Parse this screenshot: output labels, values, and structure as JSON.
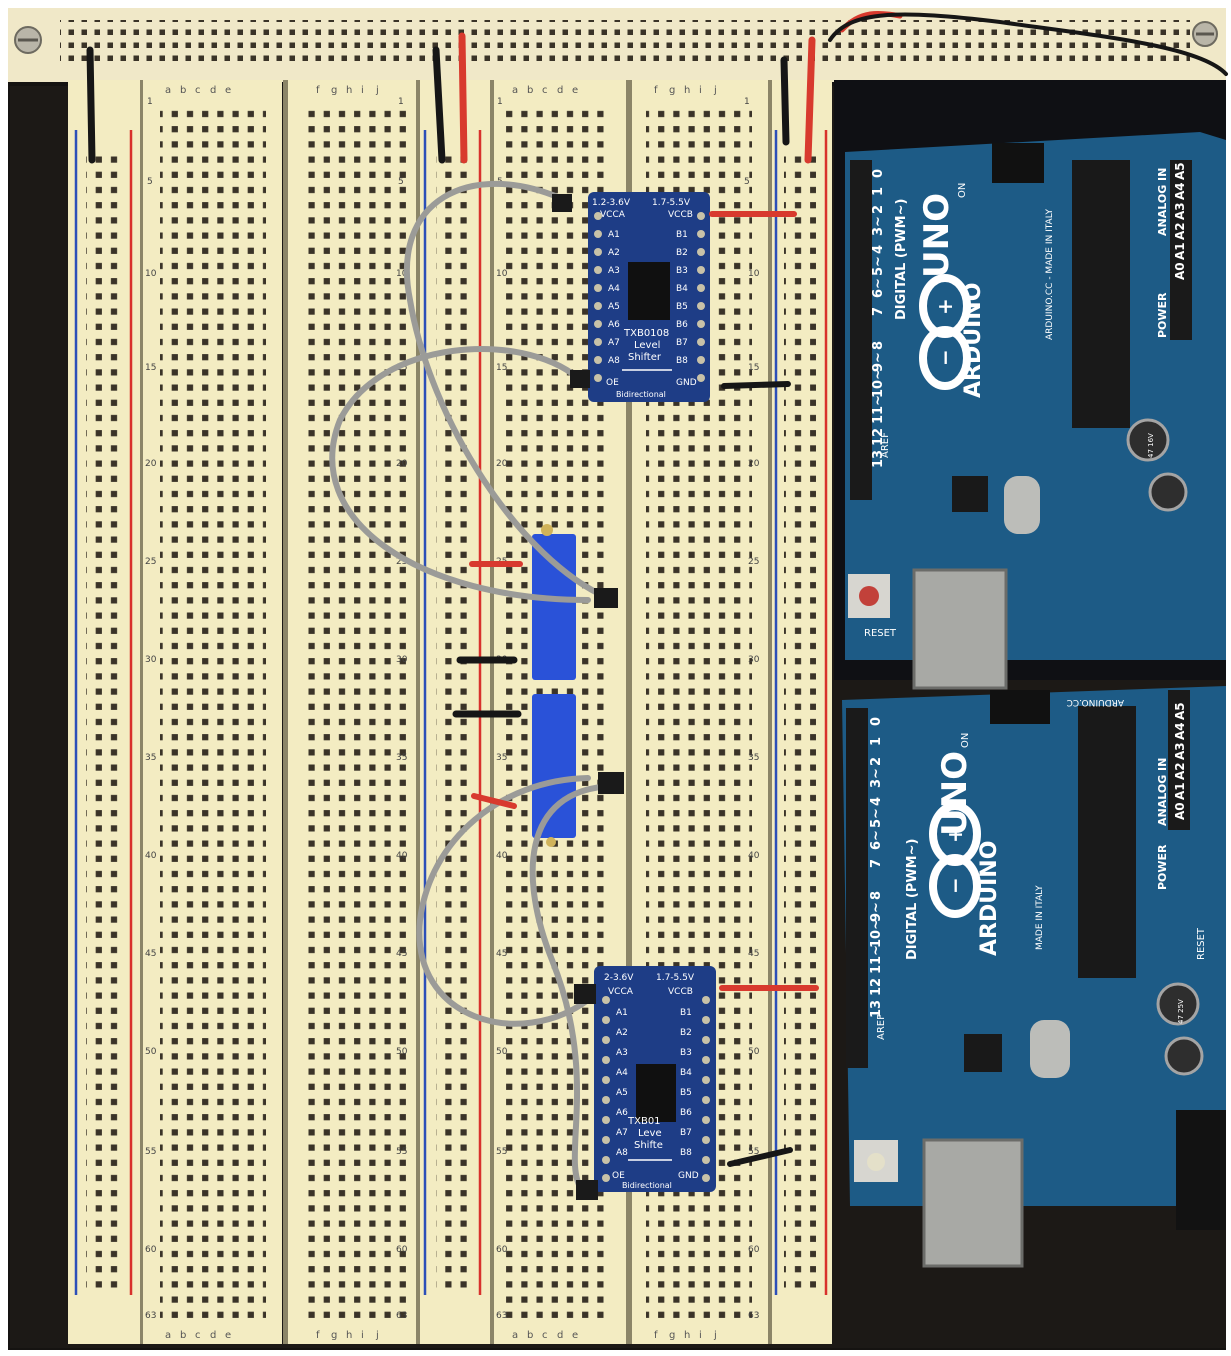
{
  "photo": {
    "colors": {
      "background": "#ffffff",
      "frame": "#151311",
      "breadboard": "#f3ecc2",
      "hole": "#3a3328",
      "rail_red": "#d8312c",
      "rail_blue": "#2c4fb8",
      "pcb_blue": "#1e3d86",
      "arduino_blue": "#1d5b86",
      "wire_gray": "#9b9b98",
      "wire_red": "#d83a2e",
      "wire_black": "#161616",
      "trimpot_blue": "#2a52d8"
    },
    "breadboard": {
      "column_letters_left": [
        "a",
        "b",
        "c",
        "d",
        "e"
      ],
      "column_letters_right": [
        "f",
        "g",
        "h",
        "i",
        "j"
      ],
      "row_numbers_left": [
        "1",
        "5",
        "10",
        "15",
        "20",
        "25",
        "30",
        "35",
        "40",
        "45",
        "50",
        "55",
        "60",
        "63"
      ],
      "row_numbers_right": [
        "1",
        "5",
        "10",
        "15",
        "20",
        "25",
        "30",
        "35",
        "40",
        "45",
        "50",
        "55",
        "60",
        "63"
      ]
    },
    "level_shifter_top": {
      "name_lines": [
        "TXB0108",
        "Level",
        "Shifter"
      ],
      "supply_a": "1.2-3.6V",
      "supply_b": "1.7-5.5V",
      "vcc_a": "VCCA",
      "vcc_b": "VCCB",
      "pins_a": [
        "A1",
        "A2",
        "A3",
        "A4",
        "A5",
        "A6",
        "A7",
        "A8"
      ],
      "pins_b": [
        "B1",
        "B2",
        "B3",
        "B4",
        "B5",
        "B6",
        "B7",
        "B8"
      ],
      "oe": "OE",
      "gnd": "GND",
      "note": "Bidirectional"
    },
    "level_shifter_bottom": {
      "name_lines": [
        "TXB01",
        "Leve",
        "Shifte"
      ],
      "supply_a": "2-3.6V",
      "supply_b": "1.7-5.5V",
      "vcc_a": "VCCA",
      "vcc_b": "VCCB",
      "pins_a": [
        "A1",
        "A2",
        "A3",
        "A4",
        "A5",
        "A6",
        "A7",
        "A8"
      ],
      "pins_b": [
        "B1",
        "B2",
        "B3",
        "B4",
        "B5",
        "B6",
        "B7",
        "B8"
      ],
      "oe": "OE",
      "gnd": "GND",
      "note": "Bidirectional"
    },
    "arduino_top": {
      "model": "UNO",
      "brand": "ARDUINO",
      "digital_label": "DIGITAL (PWM~)",
      "origin": "ARDUINO.CC - MADE IN ITALY",
      "analog_label": "ANALOG IN",
      "power_label": "POWER",
      "on_label": "ON",
      "reset_label": "RESET",
      "aref_label": "AREF",
      "digital_pins": [
        "0",
        "1",
        "2",
        "3~",
        "4",
        "5~",
        "6~",
        "7",
        "8",
        "9~",
        "10~",
        "11~",
        "12",
        "13"
      ],
      "analog_pins": [
        "A5",
        "A4",
        "A3",
        "A2",
        "A1",
        "A0"
      ],
      "capacitor_label": "47 16V"
    },
    "arduino_bottom": {
      "model": "UNO",
      "brand": "ARDUINO",
      "digital_label": "DIGITAL (PWM~)",
      "origin": "MADE IN ITALY",
      "site": "ARDUINO.CC",
      "analog_label": "ANALOG IN",
      "power_label": "POWER",
      "on_label": "ON",
      "reset_label": "RESET",
      "aref_label": "AREF",
      "digital_pins": [
        "0",
        "1",
        "2",
        "3~",
        "4",
        "5~",
        "6~",
        "7",
        "8",
        "9~",
        "10~",
        "11~",
        "12",
        "13"
      ],
      "analog_pins": [
        "A5",
        "A4",
        "A3",
        "A2",
        "A1",
        "A0"
      ],
      "capacitor_label": "47 25V"
    }
  }
}
